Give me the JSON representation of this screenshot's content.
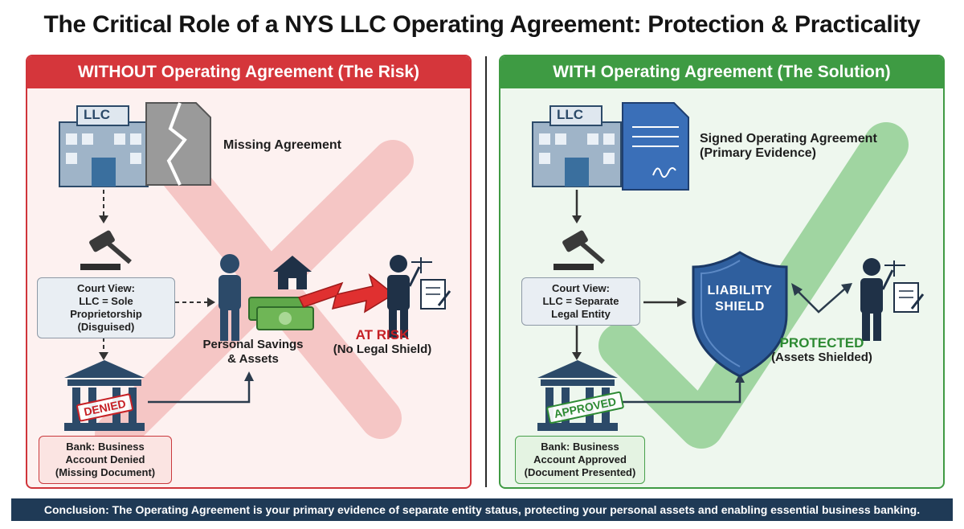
{
  "title": "The Critical Role of a NYS LLC Operating Agreement: Protection & Practicality",
  "colors": {
    "risk_red": "#d5363b",
    "solution_green": "#3e9b43",
    "shield_blue": "#2f5f9e",
    "footer_navy": "#1f3a56"
  },
  "left_panel": {
    "header": "WITHOUT Operating Agreement (The Risk)",
    "building_sign": "LLC",
    "missing_label": "Missing Agreement",
    "court_box": [
      "Court View:",
      "LLC = Sole Proprietorship",
      "(Disguised)"
    ],
    "person_label": [
      "Personal Savings",
      "& Assets"
    ],
    "risk_label": [
      "AT RISK",
      "(No Legal Shield)"
    ],
    "stamp": "DENIED",
    "bank_box": [
      "Bank: Business",
      "Account Denied",
      "(Missing Document)"
    ]
  },
  "right_panel": {
    "header": "WITH Operating Agreement (The Solution)",
    "building_sign": "LLC",
    "signed_label": [
      "Signed Operating Agreement",
      "(Primary Evidence)"
    ],
    "court_box": [
      "Court View:",
      "LLC = Separate",
      "Legal Entity"
    ],
    "shield_text": [
      "LIABILITY",
      "SHIELD"
    ],
    "protected_label": [
      "PROTECTED",
      "(Assets Shielded)"
    ],
    "stamp": "APPROVED",
    "bank_box": [
      "Bank: Business",
      "Account Approved",
      "(Document Presented)"
    ]
  },
  "conclusion": "Conclusion: The Operating Agreement is your primary evidence of separate entity status, protecting your personal assets and enabling essential business banking."
}
